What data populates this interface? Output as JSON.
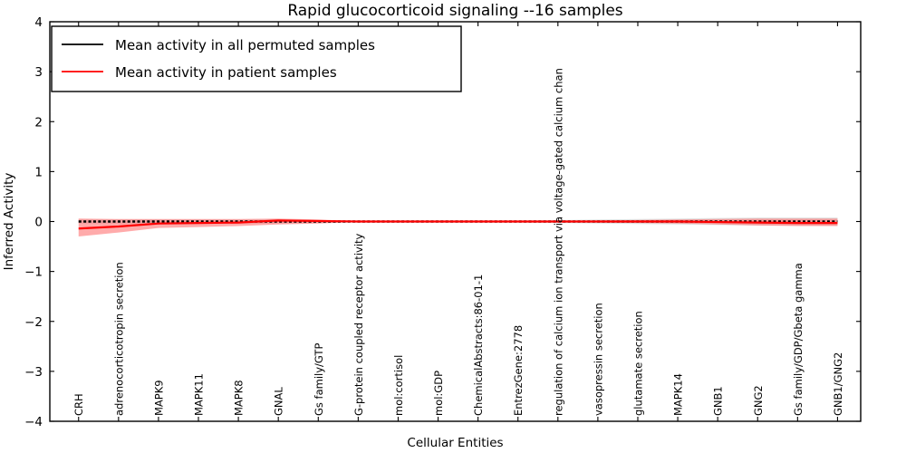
{
  "chart_data": {
    "type": "line",
    "title": "Rapid glucocorticoid signaling --16 samples",
    "xlabel": "Cellular Entities",
    "ylabel": "Inferred Activity",
    "ylim": [
      -4,
      4
    ],
    "yticks": [
      -4,
      -3,
      -2,
      -1,
      0,
      1,
      2,
      3,
      4
    ],
    "ytick_labels": [
      "−4",
      "−3",
      "−2",
      "−1",
      "0",
      "1",
      "2",
      "3",
      "4"
    ],
    "grid": false,
    "legend_position": "upper left",
    "categories": [
      "CRH",
      "adrenocorticotropin secretion",
      "MAPK9",
      "MAPK11",
      "MAPK8",
      "GNAL",
      "Gs family/GTP",
      "G-protein coupled receptor activity",
      "mol:cortisol",
      "mol:GDP",
      "ChemicalAbstracts:86-01-1",
      "EntrezGene:2778",
      "regulation of calcium ion transport via voltage-gated calcium chan",
      "vasopressin secretion",
      "glutamate secretion",
      "MAPK14",
      "GNB1",
      "GNG2",
      "Gs family/GDP/Gbeta gamma",
      "GNB1/GNG2"
    ],
    "series": [
      {
        "name": "Mean activity in all permuted samples",
        "color": "#000000",
        "style": "dotted",
        "values": [
          0.0,
          0.0,
          0.0,
          0.0,
          0.0,
          0.0,
          0.0,
          0.0,
          0.0,
          0.0,
          0.0,
          0.0,
          0.0,
          0.0,
          0.0,
          0.0,
          0.0,
          0.0,
          0.0,
          0.0
        ],
        "band_lower": [
          -0.04,
          -0.04,
          -0.04,
          -0.04,
          -0.04,
          -0.04,
          -0.03,
          -0.02,
          -0.02,
          -0.02,
          -0.02,
          -0.02,
          -0.03,
          -0.04,
          -0.05,
          -0.06,
          -0.07,
          -0.08,
          -0.08,
          -0.08
        ],
        "band_upper": [
          0.04,
          0.04,
          0.04,
          0.04,
          0.04,
          0.04,
          0.03,
          0.02,
          0.02,
          0.02,
          0.02,
          0.02,
          0.03,
          0.04,
          0.05,
          0.06,
          0.07,
          0.08,
          0.08,
          0.08
        ],
        "band_color": "#c8c8c8"
      },
      {
        "name": "Mean activity in patient samples",
        "color": "#ff0000",
        "style": "solid",
        "values": [
          -0.14,
          -0.1,
          -0.04,
          -0.03,
          -0.02,
          0.02,
          0.01,
          0.0,
          0.0,
          0.0,
          0.0,
          0.0,
          0.0,
          0.0,
          0.0,
          0.0,
          -0.01,
          -0.02,
          -0.03,
          -0.03
        ],
        "band_lower": [
          -0.3,
          -0.22,
          -0.13,
          -0.11,
          -0.09,
          -0.06,
          -0.04,
          -0.01,
          -0.01,
          -0.01,
          -0.01,
          -0.01,
          -0.01,
          -0.02,
          -0.03,
          -0.04,
          -0.06,
          -0.08,
          -0.09,
          -0.09
        ],
        "band_upper": [
          0.06,
          0.05,
          0.05,
          0.05,
          0.05,
          0.06,
          0.04,
          0.01,
          0.01,
          0.01,
          0.01,
          0.01,
          0.01,
          0.02,
          0.03,
          0.04,
          0.05,
          0.06,
          0.06,
          0.06
        ],
        "band_color": "#ff6666"
      }
    ]
  },
  "legend": {
    "entries": [
      {
        "label": "Mean activity in all permuted samples",
        "color": "#000000"
      },
      {
        "label": "Mean activity in patient samples",
        "color": "#ff0000"
      }
    ]
  }
}
